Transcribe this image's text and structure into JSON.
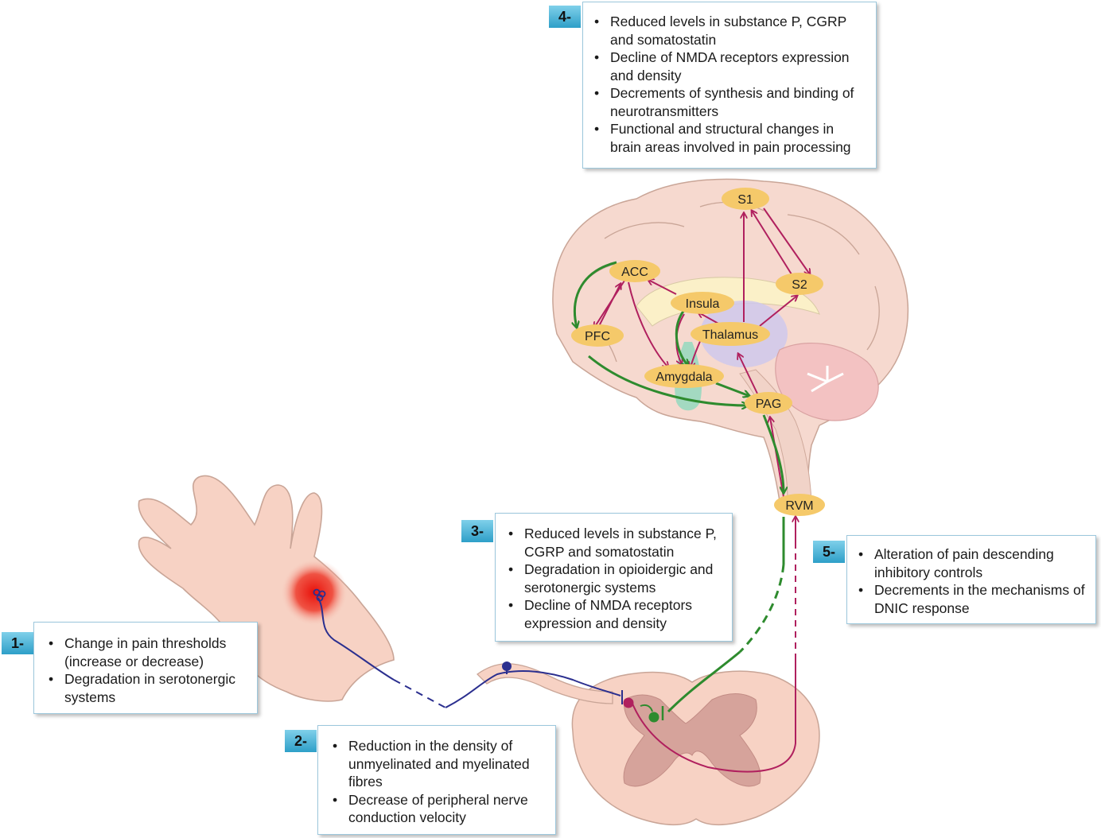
{
  "regions": {
    "s1": "S1",
    "s2": "S2",
    "acc": "ACC",
    "insula": "Insula",
    "pfc": "PFC",
    "thalamus": "Thalamus",
    "amygdala": "Amygdala",
    "pag": "PAG",
    "rvm": "RVM"
  },
  "boxes": [
    {
      "num": "1-",
      "items": [
        "Change in pain thresholds (increase or decrease)",
        "Degradation in serotonergic systems"
      ]
    },
    {
      "num": "2-",
      "items": [
        "Reduction in the density of unmyelinated and myelinated fibres",
        "Decrease of peripheral nerve conduction velocity"
      ]
    },
    {
      "num": "3-",
      "items": [
        "Reduced levels in substance P, CGRP and somatostatin",
        "Degradation in opioidergic and serotonergic systems",
        "Decline of NMDA receptors expression and density"
      ]
    },
    {
      "num": "4-",
      "items": [
        "Reduced levels in substance P, CGRP and somatostatin",
        "Decline of NMDA receptors expression and density",
        "Decrements of synthesis and binding of neurotransmitters",
        "Functional and structural changes in brain areas involved in pain processing"
      ]
    },
    {
      "num": "5-",
      "items": [
        "Alteration of pain descending inhibitory controls",
        "Decrements in the mechanisms of DNIC response"
      ]
    }
  ],
  "colors": {
    "ascending": "#b0205e",
    "descending": "#2e8b2e",
    "peripheral": "#2b2f8f",
    "region": "#f5c96a",
    "skin": "#f7d2c4"
  }
}
